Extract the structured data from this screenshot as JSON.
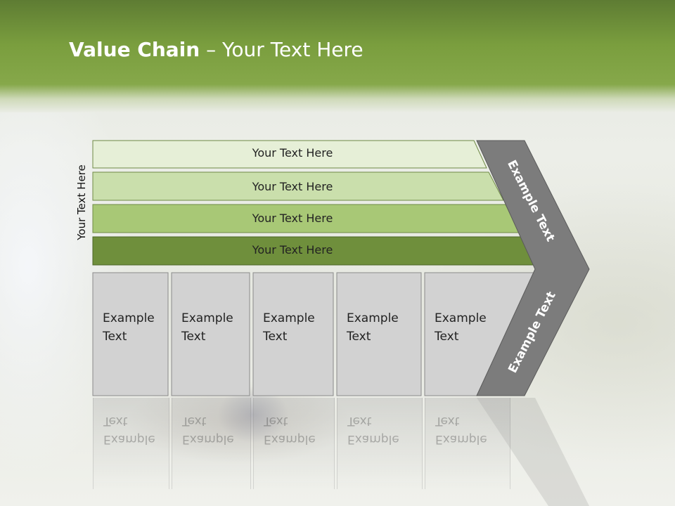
{
  "slide": {
    "title_bold": "Value Chain",
    "title_rest": " – Your Text Here",
    "side_label": "Your Text Here",
    "bars": [
      {
        "label": "Your Text Here",
        "color": "#e6efd7"
      },
      {
        "label": "Your Text Here",
        "color": "#cadfac"
      },
      {
        "label": "Your Text Here",
        "color": "#a8c876"
      },
      {
        "label": "Your Text Here",
        "color": "#6f8f3c"
      }
    ],
    "boxes": [
      {
        "label": "Example\nText"
      },
      {
        "label": "Example\nText"
      },
      {
        "label": "Example\nText"
      },
      {
        "label": "Example\nText"
      },
      {
        "label": "Example\nText"
      }
    ],
    "chevron_top_label": "Example Text",
    "chevron_bottom_label": "Example Text",
    "colors": {
      "header_green": "#7a9e3e",
      "box_gray": "#d2d2d2",
      "chevron_gray": "#7c7c7c"
    }
  }
}
